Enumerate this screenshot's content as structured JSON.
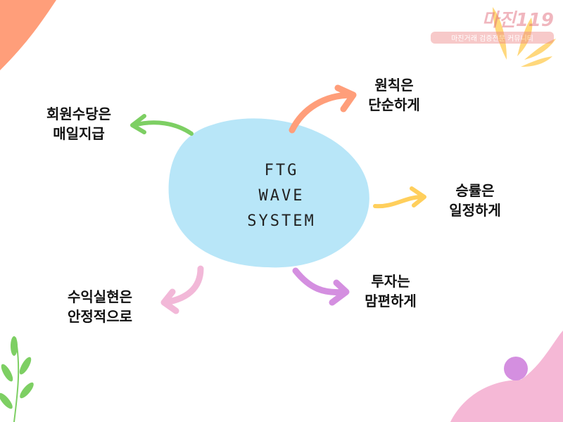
{
  "center": {
    "line1": "FTG",
    "line2": "WAVE",
    "line3": "SYSTEM"
  },
  "nodes": [
    {
      "line1": "원칙은",
      "line2": "단순하게"
    },
    {
      "line1": "승률은",
      "line2": "일정하게"
    },
    {
      "line1": "투자는",
      "line2": "맘편하게"
    },
    {
      "line1": "수익실현은",
      "line2": "안정적으로"
    },
    {
      "line1": "회원수당은",
      "line2": "매일지급"
    }
  ],
  "watermark": {
    "brand": "마진119",
    "tagline": "마진거래 검증전문 커뮤니티"
  },
  "colors": {
    "blob": "#b8e6f8",
    "orange": "#ff9e7a",
    "yellow": "#ffcf5c",
    "purple": "#d48fe0",
    "pink": "#f2b8d8",
    "green": "#7dcf63"
  }
}
